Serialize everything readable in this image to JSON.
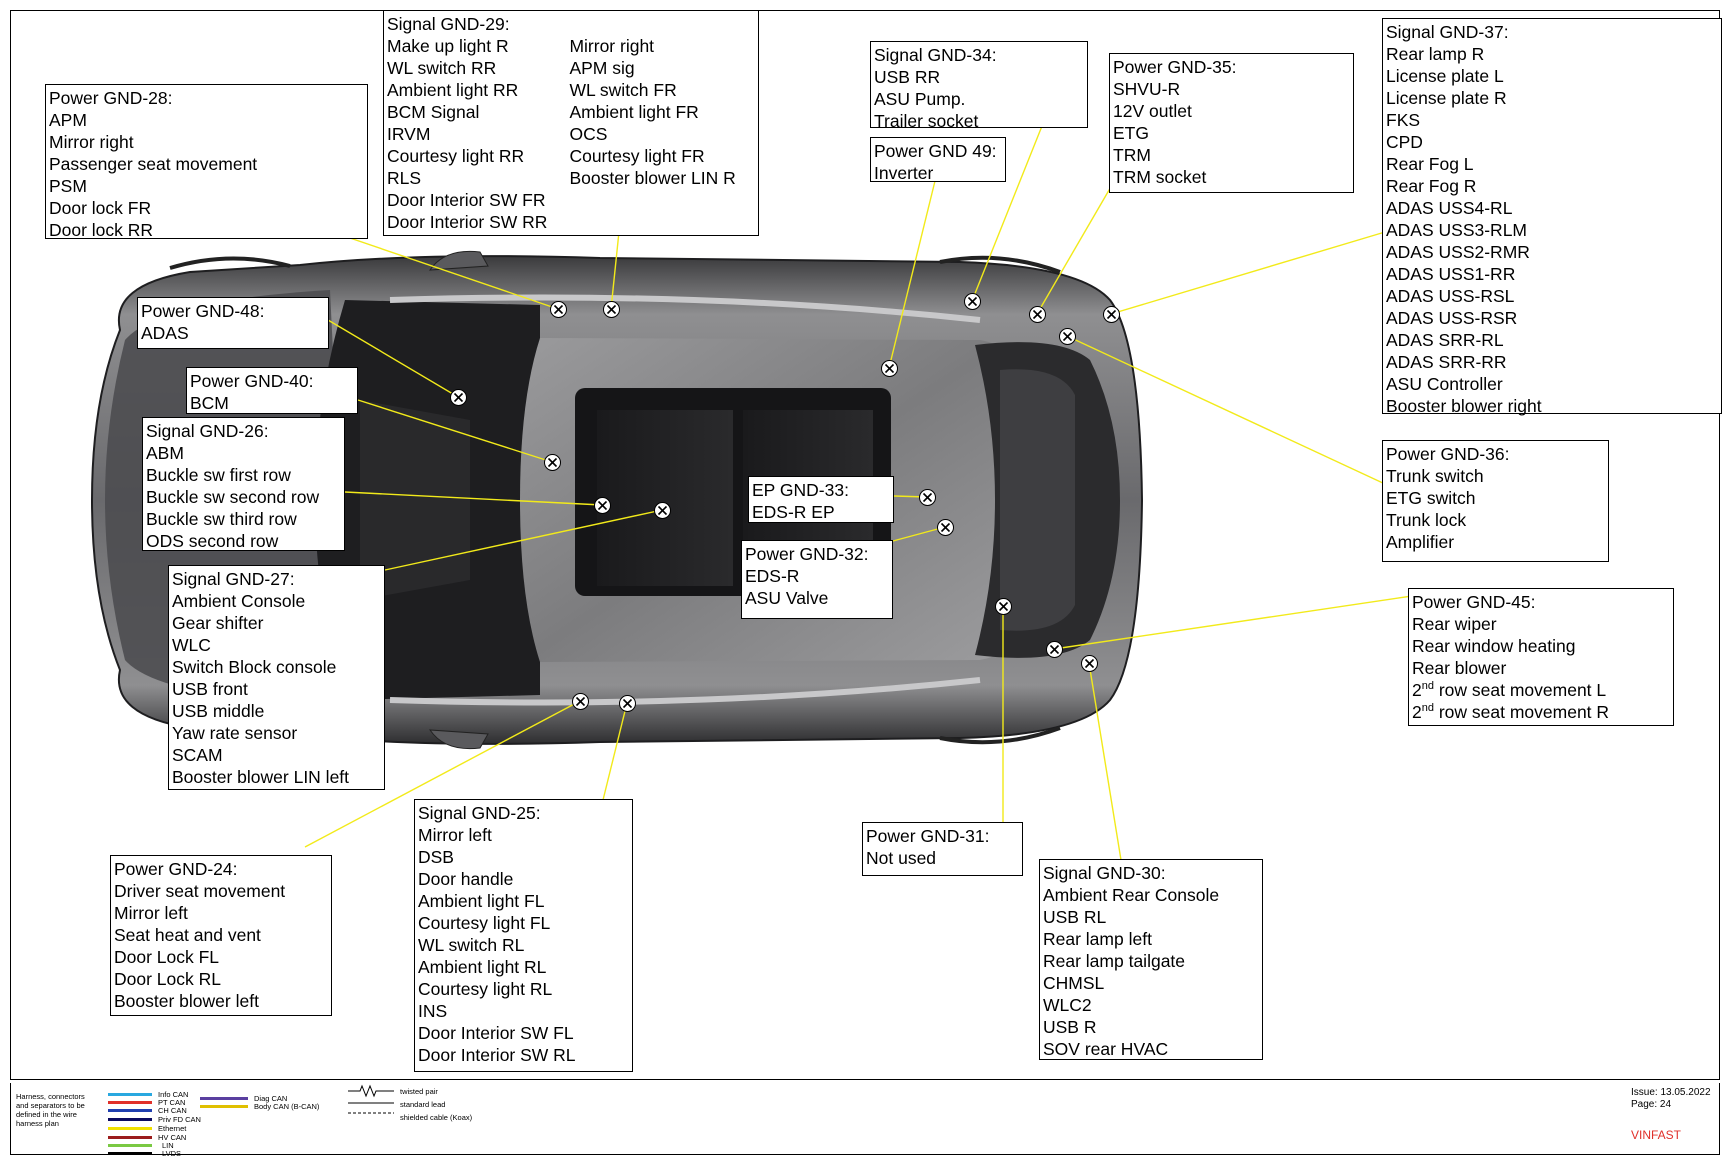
{
  "boxes": [
    {
      "id": "gnd29",
      "cols": [
        [
          "Signal GND-29:",
          "Make up light R",
          "WL switch RR",
          "Ambient light RR",
          "BCM Signal",
          "IRVM",
          "Courtesy light RR",
          "RLS",
          "Door Interior SW FR",
          "Door Interior SW RR"
        ],
        [
          "",
          "Mirror right",
          "APM sig",
          "WL switch FR",
          "Ambient light FR",
          "OCS",
          "Courtesy light FR",
          "Booster blower LIN R"
        ]
      ]
    },
    {
      "id": "gnd28",
      "lines": [
        "Power GND-28:",
        "APM",
        "Mirror right",
        "Passenger seat movement",
        "PSM",
        "Door lock FR",
        "Door lock RR"
      ]
    },
    {
      "id": "gnd34",
      "lines": [
        "Signal GND-34:",
        "USB RR",
        "ASU Pump.",
        "Trailer socket"
      ]
    },
    {
      "id": "gnd49",
      "lines": [
        "Power GND 49:",
        "Inverter"
      ]
    },
    {
      "id": "gnd35",
      "lines": [
        "Power GND-35:",
        "SHVU-R",
        "12V outlet",
        "ETG",
        "TRM",
        "TRM socket"
      ]
    },
    {
      "id": "gnd37",
      "lines": [
        "Signal GND-37:",
        "Rear lamp R",
        "License plate L",
        "License plate R",
        "FKS",
        "CPD",
        "Rear Fog L",
        "Rear Fog R",
        "ADAS USS4-RL",
        "ADAS USS3-RLM",
        "ADAS USS2-RMR",
        "ADAS USS1-RR",
        "ADAS USS-RSL",
        "ADAS USS-RSR",
        "ADAS SRR-RL",
        "ADAS SRR-RR",
        "ASU Controller",
        "Booster blower right"
      ]
    },
    {
      "id": "gnd48",
      "lines": [
        "Power GND-48:",
        "ADAS"
      ]
    },
    {
      "id": "gnd40",
      "lines": [
        "Power GND-40:",
        "BCM"
      ]
    },
    {
      "id": "gnd26",
      "lines": [
        "Signal GND-26:",
        "ABM",
        "Buckle sw first row",
        "Buckle sw second row",
        "Buckle sw third row",
        "ODS second row"
      ]
    },
    {
      "id": "gnd33",
      "lines": [
        "EP GND-33:",
        "EDS-R EP"
      ]
    },
    {
      "id": "gnd32",
      "lines": [
        "Power GND-32:",
        "EDS-R",
        "ASU Valve"
      ]
    },
    {
      "id": "gnd36",
      "lines": [
        "Power GND-36:",
        "Trunk switch",
        "ETG switch",
        "Trunk lock",
        "Amplifier"
      ]
    },
    {
      "id": "gnd45",
      "lines": [
        "Power GND-45:",
        "Rear wiper",
        "Rear window heating",
        "Rear blower",
        "2|nd| row seat movement L",
        "2|nd| row seat movement R"
      ]
    },
    {
      "id": "gnd27",
      "lines": [
        "Signal GND-27:",
        "Ambient Console",
        "Gear shifter",
        "WLC",
        "Switch Block console",
        "USB front",
        "USB middle",
        "Yaw rate sensor",
        "SCAM",
        "Booster blower LIN left"
      ]
    },
    {
      "id": "gnd24",
      "lines": [
        "Power GND-24:",
        "Driver seat movement",
        "Mirror left",
        "Seat heat and vent",
        "Door Lock FL",
        "Door Lock  RL",
        "Booster blower left"
      ]
    },
    {
      "id": "gnd25",
      "lines": [
        "Signal GND-25:",
        "Mirror left",
        "DSB",
        "Door handle",
        "Ambient light FL",
        "Courtesy light FL",
        "WL switch RL",
        "Ambient light RL",
        "Courtesy light RL",
        "INS",
        "Door Interior SW FL",
        "Door Interior SW RL"
      ]
    },
    {
      "id": "gnd31",
      "lines": [
        "Power GND-31:",
        "Not used"
      ]
    },
    {
      "id": "gnd30",
      "lines": [
        "Signal GND-30:",
        "Ambient Rear Console",
        "USB RL",
        "Rear lamp left",
        "Rear lamp tailgate",
        "CHMSL",
        "WLC2",
        "USB R",
        "SOV rear HVAC"
      ]
    }
  ],
  "legend": {
    "note": "Harness, connectors and separators to be defined in the wire harness plan",
    "items": [
      {
        "label": "Info CAN",
        "color": "#29a8e0"
      },
      {
        "label": "PT CAN",
        "color": "#e0302a"
      },
      {
        "label": "CH CAN",
        "color": "#1f3fb0"
      },
      {
        "label": "Priv FD CAN",
        "color": "#0a0a60"
      },
      {
        "label": "Ethernet",
        "color": "#f0e000"
      },
      {
        "label": "HV CAN",
        "color": "#9b1c1c"
      },
      {
        "label": "LIN",
        "color": "#7ac943"
      },
      {
        "label": "LVDS",
        "color": "#000000"
      },
      {
        "label": "Diag CAN",
        "color": "#5a3fa0"
      },
      {
        "label": "Body CAN (B-CAN)",
        "color": "#e0c000"
      }
    ],
    "line_types": [
      "twisted pair",
      "standard lead",
      "shielded cable (Koax)"
    ]
  },
  "footer": {
    "issue": "Issue:  13.05.2022",
    "page": "Page:    24",
    "brand": "VINFAST"
  },
  "colors": {
    "leader": "#f2ea1a",
    "brand": "#e0302a"
  }
}
